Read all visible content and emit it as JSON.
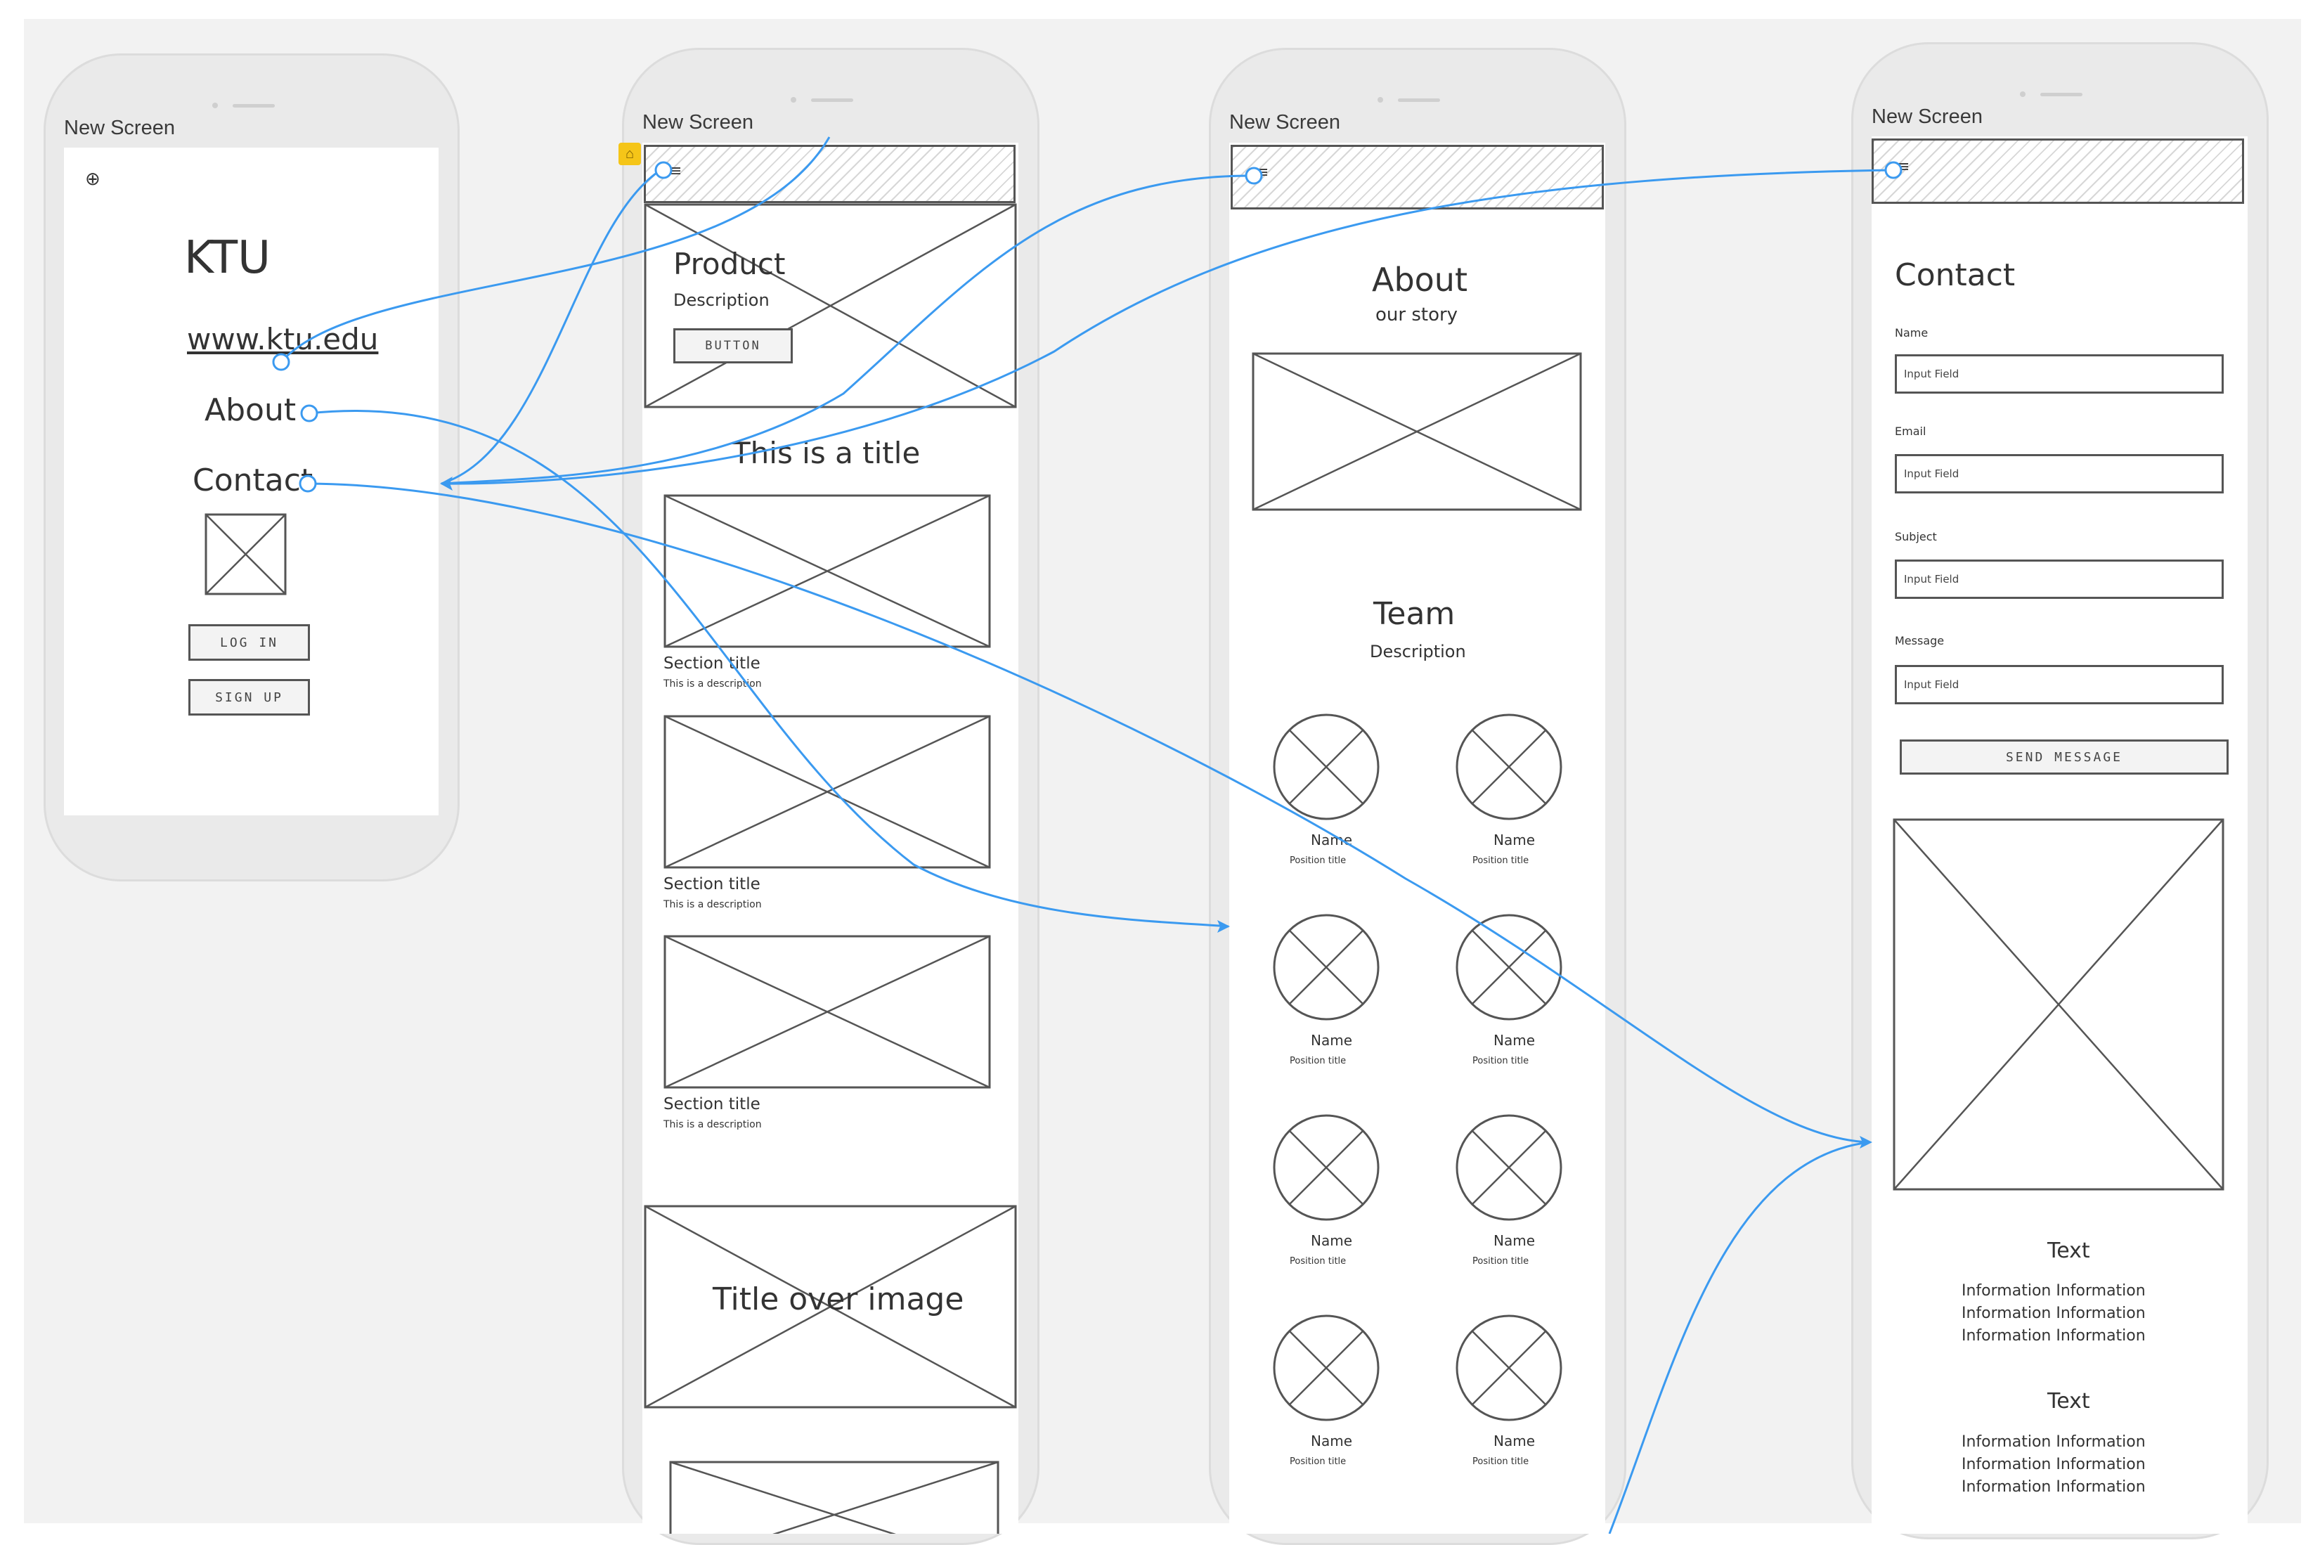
{
  "screens": [
    {
      "title": "New Screen"
    },
    {
      "title": "New Screen"
    },
    {
      "title": "New Screen"
    },
    {
      "title": "New Screen"
    }
  ],
  "home": {
    "logo": "KTU",
    "url": "www.ktu.edu",
    "nav_about": "About",
    "nav_contact": "Contact",
    "login_button": "LOG IN",
    "signup_button": "SIGN UP",
    "home_icon": "globe-icon"
  },
  "product": {
    "hero_title": "Product",
    "hero_desc": "Description",
    "hero_button": "BUTTON",
    "section_heading": "This is a title",
    "sections": [
      {
        "title": "Section title",
        "desc": "This is a description"
      },
      {
        "title": "Section title",
        "desc": "This is a description"
      },
      {
        "title": "Section title",
        "desc": "This is a description"
      }
    ],
    "overlay_title": "Title over image"
  },
  "about": {
    "title": "About",
    "subtitle": "our story",
    "team_title": "Team",
    "team_desc": "Description",
    "members": [
      {
        "name": "Name",
        "position": "Position title"
      },
      {
        "name": "Name",
        "position": "Position title"
      },
      {
        "name": "Name",
        "position": "Position title"
      },
      {
        "name": "Name",
        "position": "Position title"
      },
      {
        "name": "Name",
        "position": "Position title"
      },
      {
        "name": "Name",
        "position": "Position title"
      },
      {
        "name": "Name",
        "position": "Position title"
      },
      {
        "name": "Name",
        "position": "Position title"
      }
    ]
  },
  "contact": {
    "title": "Contact",
    "fields": [
      {
        "label": "Name",
        "placeholder": "Input Field"
      },
      {
        "label": "Email",
        "placeholder": "Input Field"
      },
      {
        "label": "Subject",
        "placeholder": "Input Field"
      },
      {
        "label": "Message",
        "placeholder": "Input Field"
      }
    ],
    "send_button": "SEND MESSAGE",
    "text_blocks": [
      {
        "heading": "Text",
        "lines": [
          "Information Information",
          "Information Information",
          "Information Information"
        ]
      },
      {
        "heading": "Text",
        "lines": [
          "Information Information",
          "Information Information",
          "Information Information"
        ]
      }
    ]
  },
  "colors": {
    "link": "#3b9af0",
    "start_marker": "#f5c518",
    "canvas": "#f2f2f2"
  }
}
